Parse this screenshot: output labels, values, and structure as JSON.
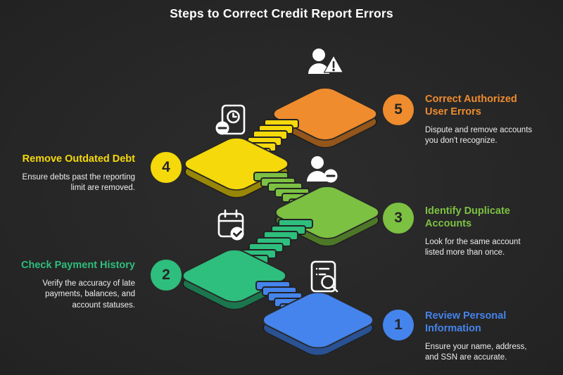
{
  "page": {
    "title": "Steps to Correct Credit Report Errors",
    "background": "#282828",
    "text_color": "#ffffff"
  },
  "steps": [
    {
      "number": "1",
      "title": "Review Personal Information",
      "description": "Ensure your name, address, and SSN are accurate.",
      "color": "#4484ec",
      "side": "right",
      "icon": "document-search-icon"
    },
    {
      "number": "2",
      "title": "Check Payment History",
      "description": "Verify the accuracy of late payments, balances, and account statuses.",
      "color": "#2ebe7d",
      "side": "left",
      "icon": "calendar-check-icon"
    },
    {
      "number": "3",
      "title": "Identify Duplicate Accounts",
      "description": "Look for the same account listed more than once.",
      "color": "#7cc142",
      "side": "right",
      "icon": "user-remove-icon"
    },
    {
      "number": "4",
      "title": "Remove Outdated Debt",
      "description": "Ensure debts past the reporting limit are removed.",
      "color": "#f5d90a",
      "side": "left",
      "icon": "document-clock-icon"
    },
    {
      "number": "5",
      "title": "Correct Authorized User Errors",
      "description": "Dispute and remove accounts you don't recognize.",
      "color": "#ef8c2d",
      "side": "right",
      "icon": "user-alert-icon"
    }
  ]
}
